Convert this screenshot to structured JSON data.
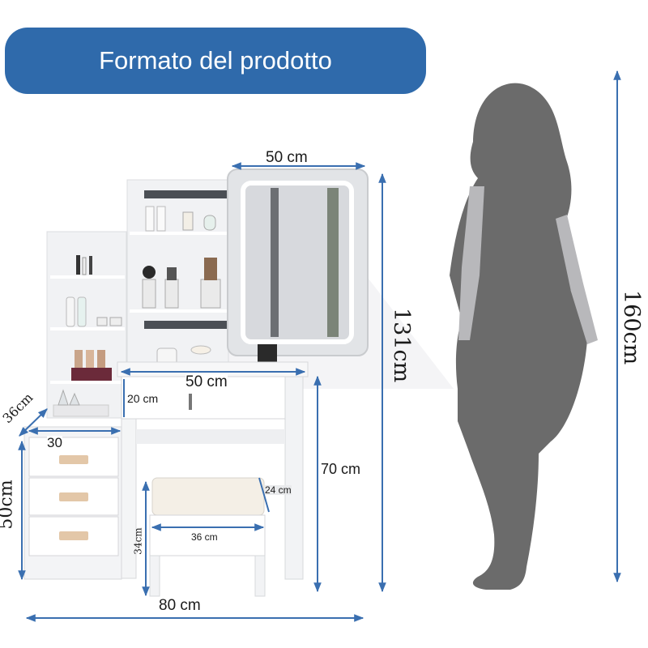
{
  "header": {
    "title": "Formato del prodotto"
  },
  "colors": {
    "banner": "#2f6aab",
    "dimension_line": "#3a6fb0",
    "silhouette": "#6b6b6b",
    "silhouette_light": "#b8b8bb",
    "handle": "#e3c7a8"
  },
  "dimensions": {
    "mirror_width": "50 cm",
    "desk_width": "50 cm",
    "drawer_height": "20 cm",
    "total_height": "131cm",
    "person_height": "160cm",
    "desk_height": "70 cm",
    "cabinet_depth": "36cm",
    "cabinet_width": "30",
    "cabinet_height": "50cm",
    "stool_depth": "24 cm",
    "stool_width": "36 cm",
    "stool_height": "34cm",
    "total_width": "80 cm"
  },
  "icons": {
    "person": "person-silhouette-icon",
    "arrow": "dimension-arrow-icon"
  }
}
